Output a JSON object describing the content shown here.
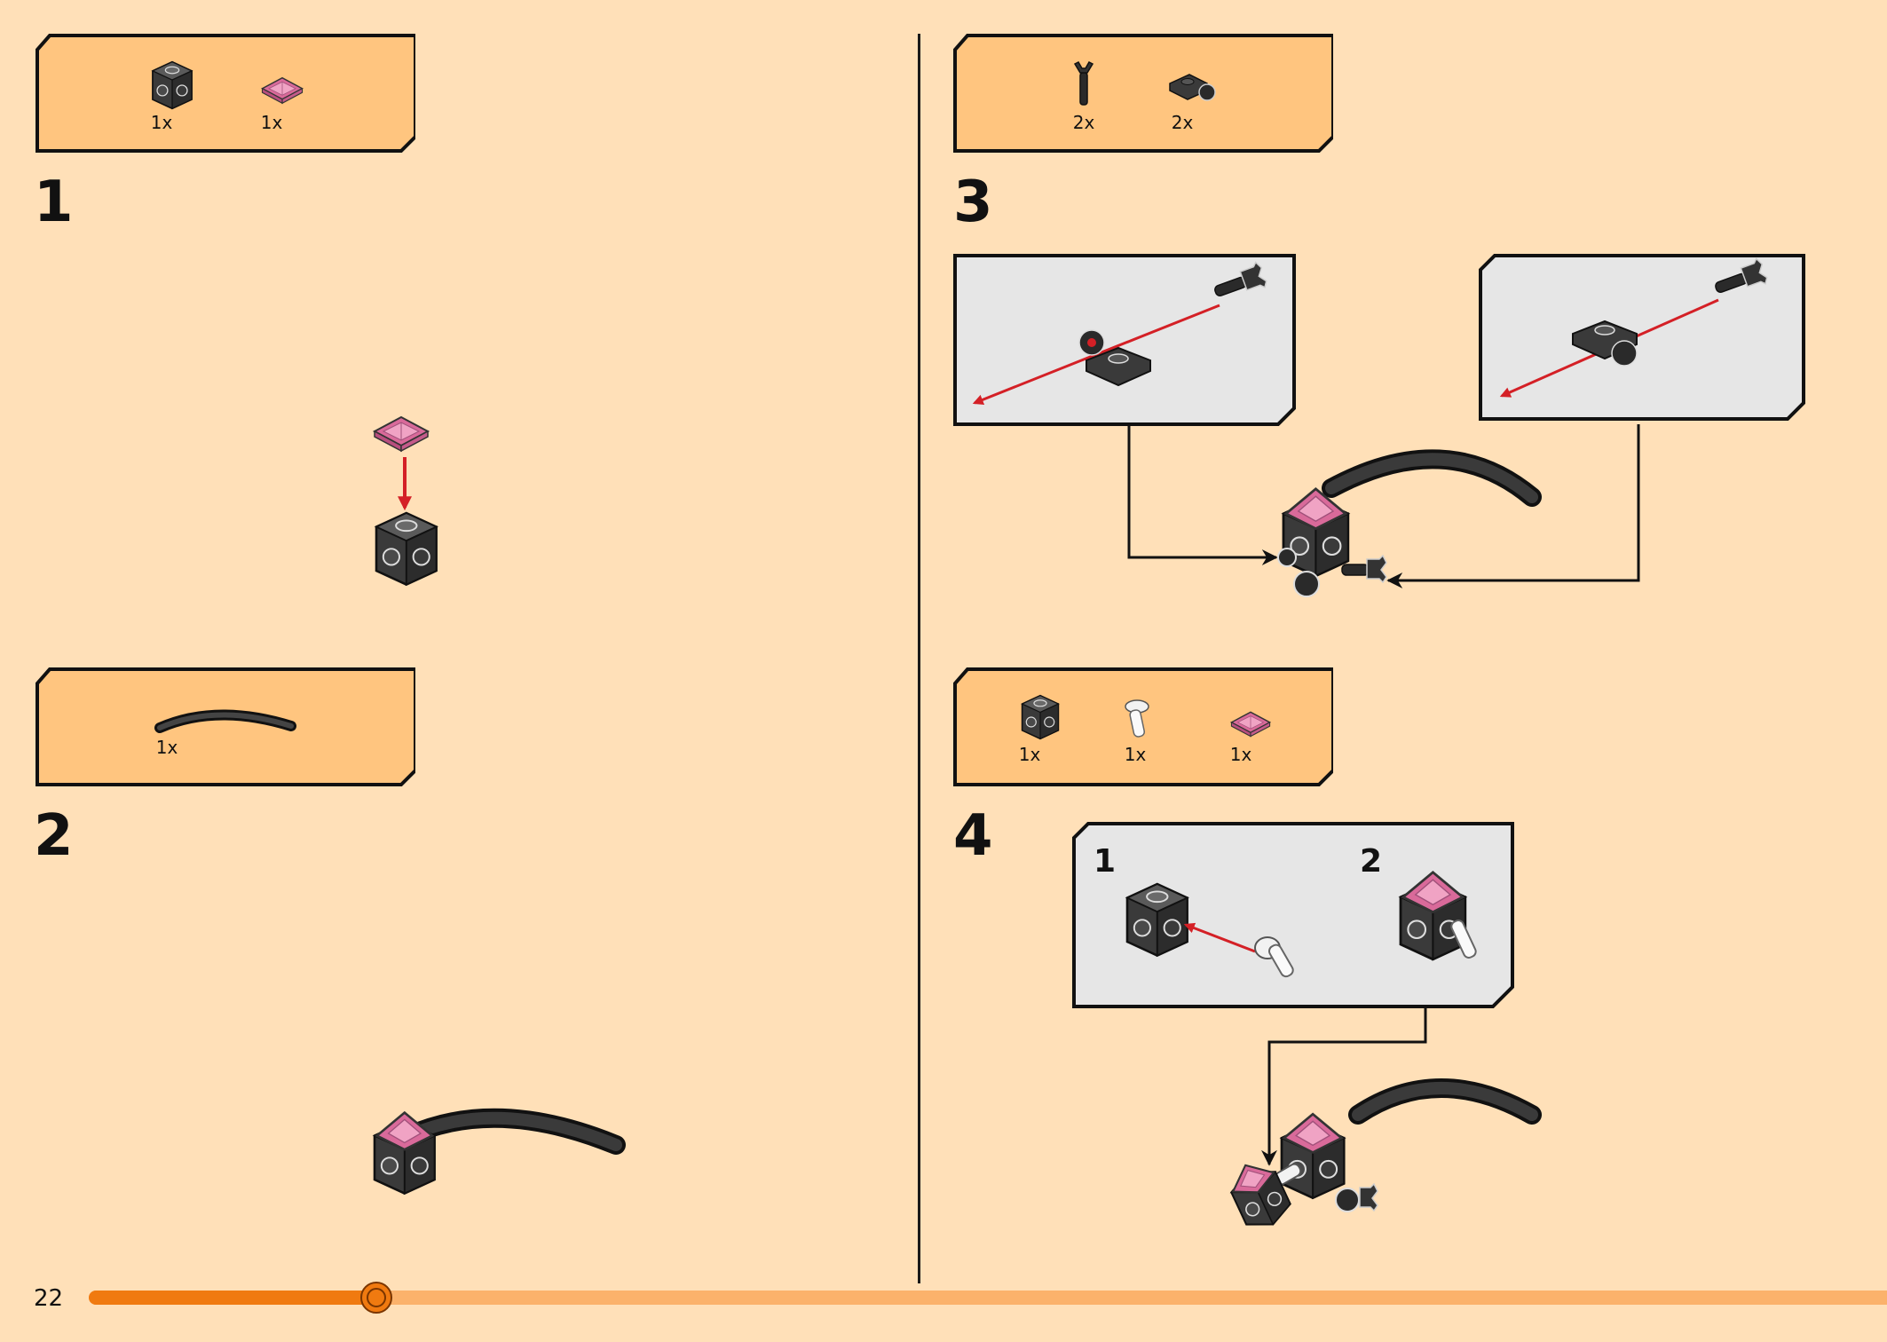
{
  "page": {
    "number": "22",
    "progress": 0.16
  },
  "colors": {
    "background": "#FFE0B8",
    "parts_box": "#FFC57F",
    "callout_bg": "#E6E6E6",
    "arrow_red": "#D42026",
    "accent": "#F07A10"
  },
  "steps": [
    {
      "number": "1",
      "parts": [
        {
          "icon": "dark-gray-brick-1x1-studs-icon",
          "qty": "1x"
        },
        {
          "icon": "pink-pyramid-tile-icon",
          "qty": "1x"
        }
      ]
    },
    {
      "number": "2",
      "parts": [
        {
          "icon": "black-curved-tail-icon",
          "qty": "1x"
        }
      ]
    },
    {
      "number": "3",
      "parts": [
        {
          "icon": "black-claw-bar-icon",
          "qty": "2x"
        },
        {
          "icon": "black-plate-clip-icon",
          "qty": "2x"
        }
      ]
    },
    {
      "number": "4",
      "parts": [
        {
          "icon": "dark-gray-brick-1x1-studs-icon",
          "qty": "1x"
        },
        {
          "icon": "trans-clear-lever-icon",
          "qty": "1x"
        },
        {
          "icon": "pink-pyramid-tile-icon",
          "qty": "1x"
        }
      ],
      "substeps": [
        {
          "number": "1"
        },
        {
          "number": "2"
        }
      ]
    }
  ]
}
